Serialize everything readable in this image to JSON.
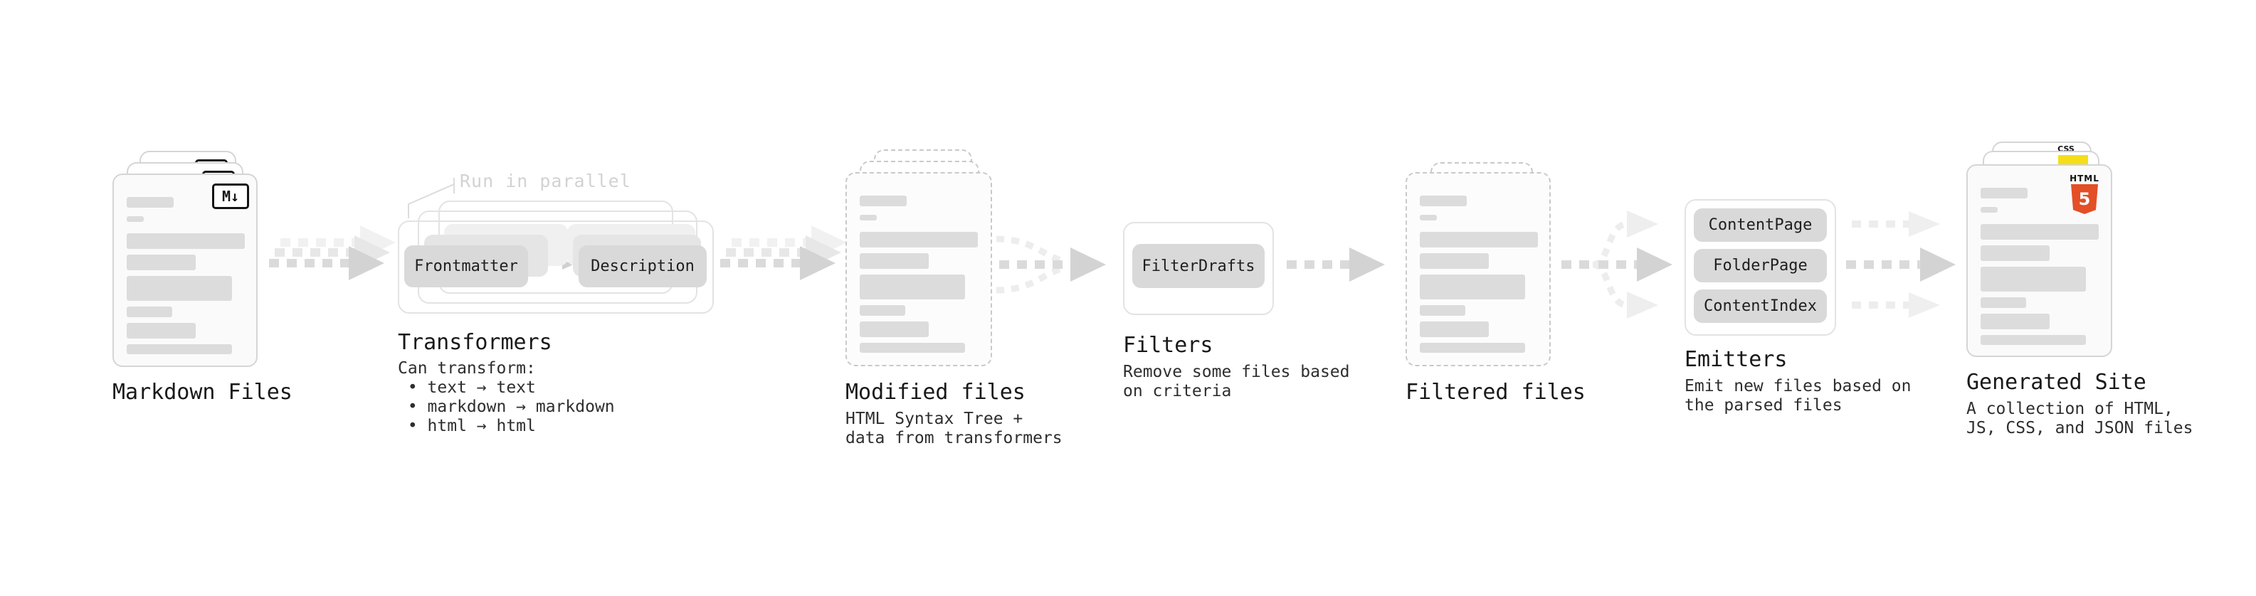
{
  "stages": {
    "markdown": {
      "title": "Markdown Files",
      "badge": "M↓"
    },
    "transformers": {
      "title": "Transformers",
      "note": "Run in parallel",
      "pill_left": "Frontmatter",
      "pill_right": "Description",
      "desc": "Can transform:\n • text → text\n • markdown → markdown\n • html → html"
    },
    "modified": {
      "title": "Modified files",
      "desc": "HTML Syntax Tree +\ndata from transformers"
    },
    "filters": {
      "title": "Filters",
      "pill": "FilterDrafts",
      "desc": "Remove some files based\non criteria"
    },
    "filtered": {
      "title": "Filtered files"
    },
    "emitters": {
      "title": "Emitters",
      "pill_1": "ContentPage",
      "pill_2": "FolderPage",
      "pill_3": "ContentIndex",
      "desc": "Emit new files based on\nthe parsed files"
    },
    "generated": {
      "title": "Generated Site",
      "desc": "A collection of HTML,\nJS, CSS, and JSON files",
      "badge_html_label": "HTML",
      "badge_html_number": "5",
      "badge_css": "CSS"
    }
  },
  "colors": {
    "html5_orange": "#e34f26",
    "js_yellow": "#f5de19",
    "css_blue": "#2963f1",
    "pill_gray": "#d9d9d9",
    "arrow_gray": "#d9d9d9",
    "ghost_gray": "#ededed"
  }
}
